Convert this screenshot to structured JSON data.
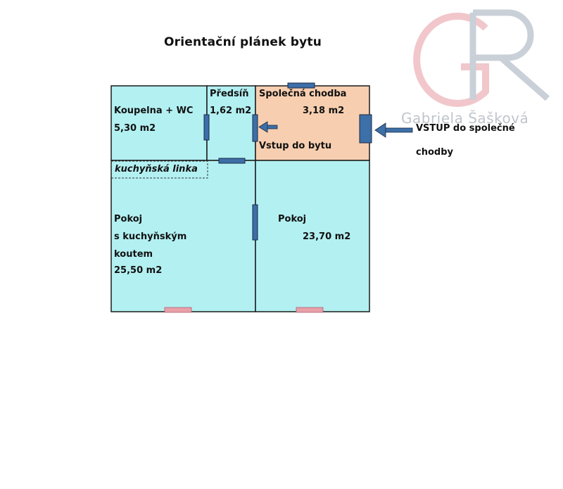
{
  "title": "Orientační plánek bytu",
  "rooms": {
    "koupelna": {
      "name": "Koupelna + WC",
      "area": "5,30 m2"
    },
    "predsin": {
      "name": "Předsíň",
      "area": "1,62 m2"
    },
    "chodba": {
      "name": "Společná chodba",
      "area": "3,18 m2"
    },
    "vstup_bytu": "Vstup do bytu",
    "kuchynska_linka": "kuchyňská linka",
    "pokoj1": {
      "line1": "Pokoj",
      "line2": "s kuchyňským",
      "line3": "koutem",
      "area": "25,50 m2"
    },
    "pokoj2": {
      "name": "Pokoj",
      "area": "23,70 m2"
    }
  },
  "entrance": {
    "line1": "VSTUP do společné",
    "line2": "chodby"
  },
  "watermark": {
    "monogram": "GR",
    "name": "Gabriela Šašková"
  },
  "colors": {
    "room_fill": "#b3f0f2",
    "corridor_fill": "#f7cfb0",
    "wall": "#1a1a1a",
    "door": "#3d6fa8",
    "window": "#e8a0a8",
    "arrow": "#3d6fa8"
  }
}
